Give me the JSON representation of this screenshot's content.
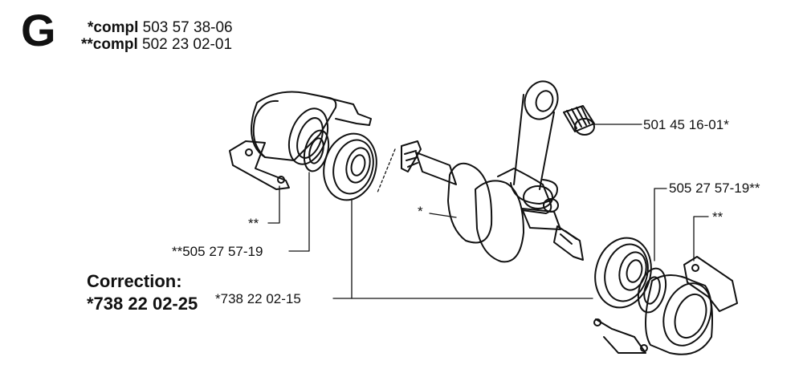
{
  "section": {
    "letter": "G"
  },
  "compl": [
    {
      "prefix": "*compl",
      "number": "503 57 38-06"
    },
    {
      "prefix": "**compl",
      "number": "502 23 02-01"
    }
  ],
  "callouts": {
    "needle_bearing": "501 45 16-01*",
    "right_seal": "505 27 57-19**",
    "right_housing": "**",
    "left_housing": "**",
    "left_seal": "**505 27 57-19",
    "crankshaft": "*",
    "ball_bearing": "*738 22 02-15"
  },
  "correction": {
    "title": "Correction:",
    "part": "*738 22 02-25"
  }
}
